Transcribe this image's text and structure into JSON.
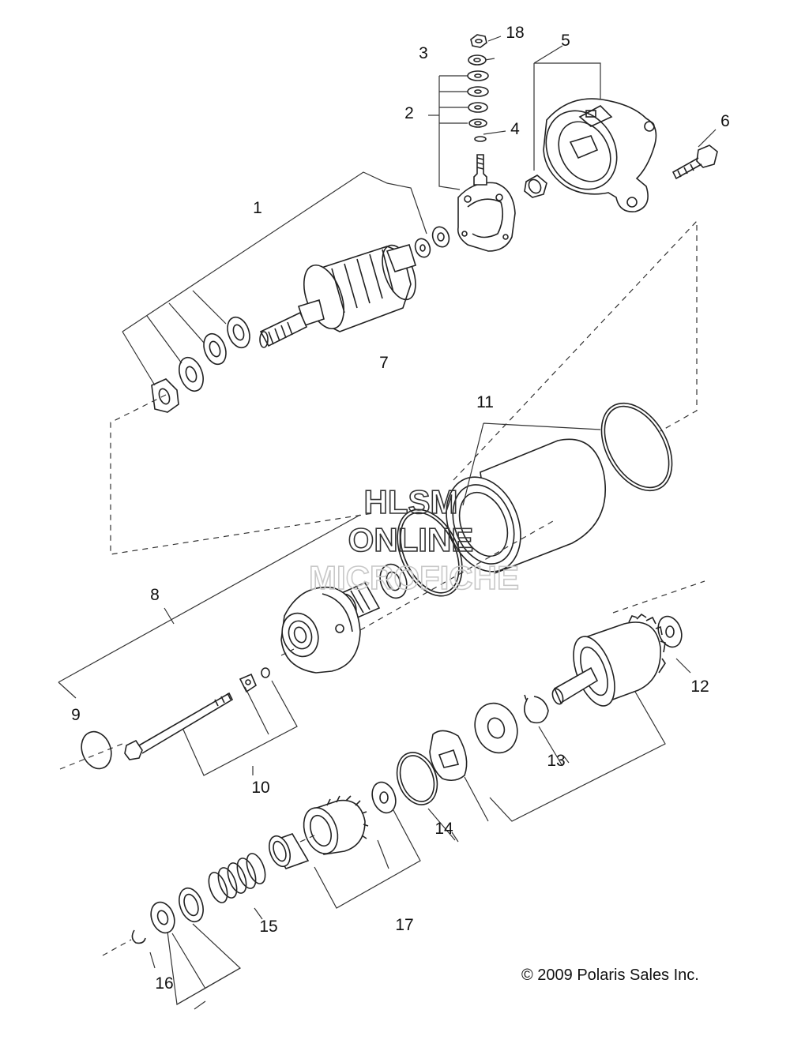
{
  "callouts": [
    "18",
    "3",
    "5",
    "2",
    "4",
    "6",
    "1",
    "7",
    "11",
    "8",
    "9",
    "10",
    "12",
    "13",
    "14",
    "15",
    "17",
    "16"
  ],
  "watermark": {
    "line1": "HLSM",
    "line2": "ONLINE",
    "line3": "MICROFICHE",
    "color_dark": "#333333",
    "color_light": "#c8c8c8"
  },
  "copyright": "© 2009 Polaris Sales Inc."
}
